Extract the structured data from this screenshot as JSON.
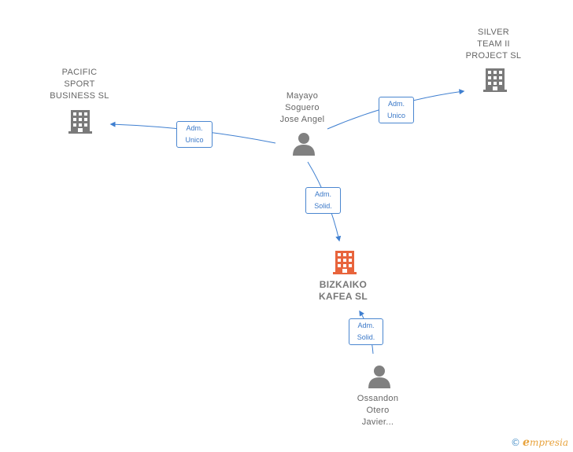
{
  "nodes": {
    "mayayo": {
      "label": "Mayayo\nSoguero\nJose Angel",
      "kind": "person"
    },
    "pacific": {
      "label": "PACIFIC\nSPORT\nBUSINESS  SL",
      "kind": "company"
    },
    "silver": {
      "label": "SILVER\nTEAM II\nPROJECT  SL",
      "kind": "company"
    },
    "bizkaiko": {
      "label": "BIZKAIKO\nKAFEA  SL",
      "kind": "company-focus"
    },
    "ossandon": {
      "label": "Ossandon\nOtero\nJavier...",
      "kind": "person"
    }
  },
  "edges": {
    "mayayo_pacific": "Adm.\nUnico",
    "mayayo_silver": "Adm.\nUnico",
    "mayayo_bizkaiko": "Adm.\nSolid.",
    "ossandon_bizkaiko": "Adm.\nSolid."
  },
  "colors": {
    "edge": "#3f7fd0",
    "building": "#7a7a7a",
    "building_focus": "#e8643c",
    "person": "#808080"
  },
  "brand": {
    "copyright": "©",
    "initial": "e",
    "name": "mpresia"
  }
}
